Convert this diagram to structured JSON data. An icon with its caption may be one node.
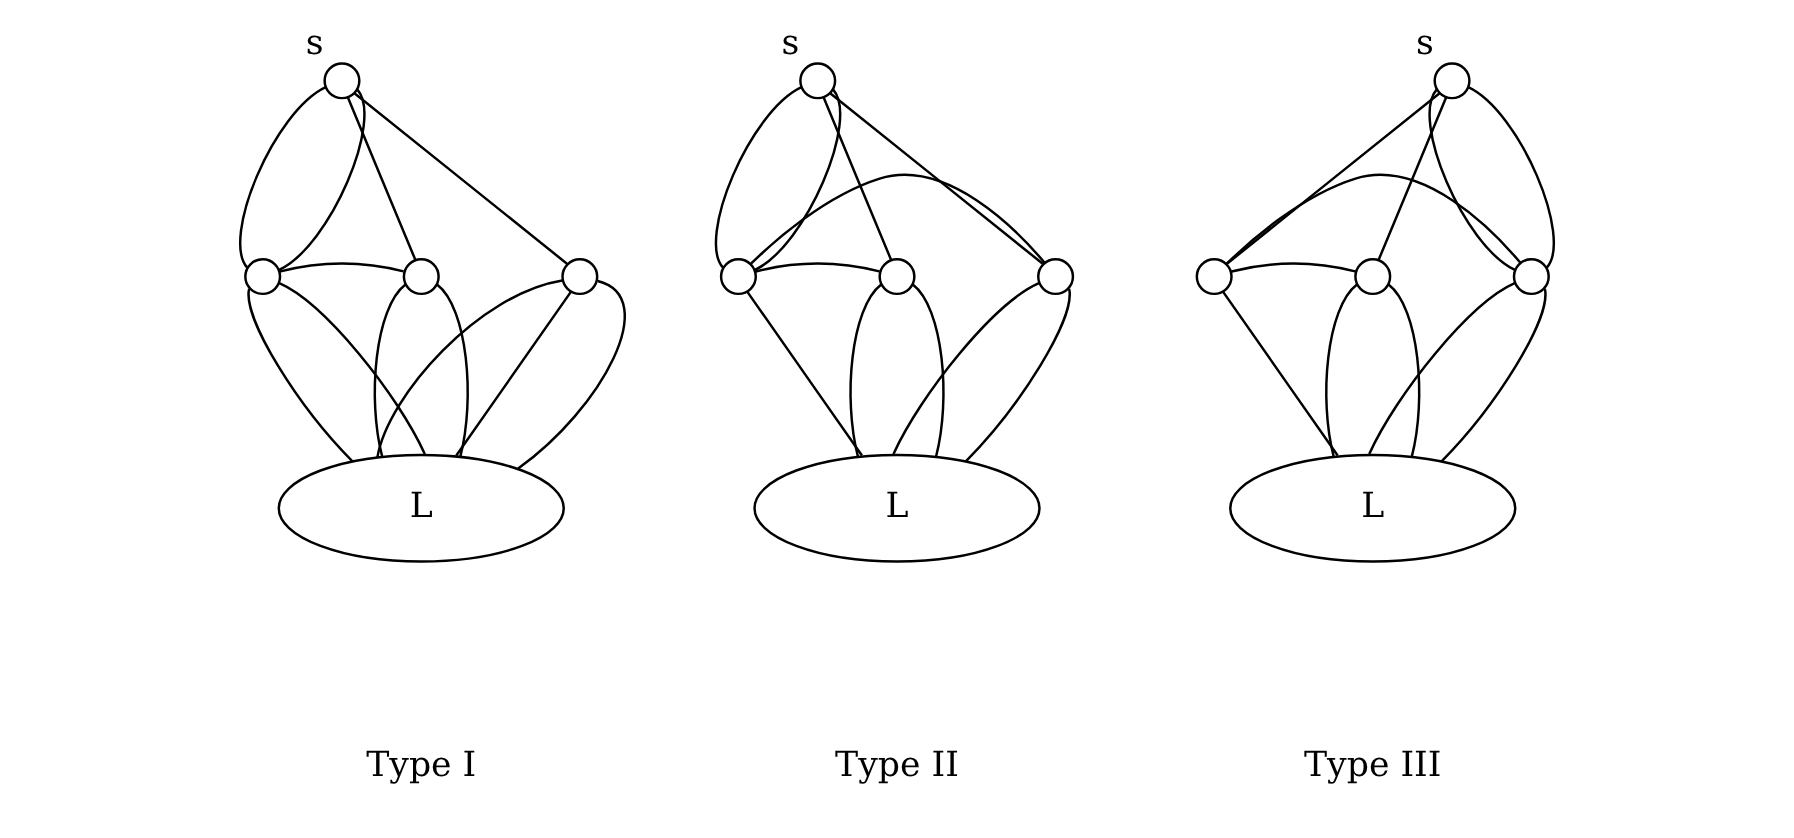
{
  "diagram": {
    "nodes": [
      {
        "text": [],
        "shape": "circle",
        "beside": [
          "s"
        ]
      },
      {
        "text": [],
        "shape": "circle"
      },
      {
        "text": [],
        "shape": "circle"
      },
      {
        "text": [],
        "shape": "circle"
      },
      {
        "text": [
          "L"
        ]
      },
      {
        "text": [],
        "shape": "circle",
        "beside": [
          "s"
        ]
      },
      {
        "text": [],
        "shape": "circle"
      },
      {
        "text": [],
        "shape": "circle"
      },
      {
        "text": [],
        "shape": "circle"
      },
      {
        "text": [
          "L"
        ]
      },
      {
        "text": [],
        "shape": "circle",
        "beside": [
          "s"
        ]
      },
      {
        "text": [],
        "shape": "circle"
      },
      {
        "text": [],
        "shape": "circle"
      },
      {
        "text": [],
        "shape": "circle"
      },
      {
        "text": [
          "L"
        ]
      }
    ],
    "edges": [
      {
        "from": 0,
        "to": 1,
        "arrow": "none"
      },
      {
        "from": 0,
        "to": 1,
        "arrow": "none"
      },
      {
        "from": 0,
        "to": 2,
        "arrow": "none"
      },
      {
        "from": 0,
        "to": 3,
        "arrow": "none"
      },
      {
        "from": 1,
        "to": 2,
        "arrow": "none"
      },
      {
        "from": 1,
        "to": 4,
        "arrow": "none"
      },
      {
        "from": 1,
        "to": 4,
        "arrow": "none"
      },
      {
        "from": 2,
        "to": 4,
        "arrow": "none"
      },
      {
        "from": 2,
        "to": 4,
        "arrow": "none"
      },
      {
        "from": 3,
        "to": 4,
        "arrow": "none"
      },
      {
        "from": 3,
        "to": 4,
        "arrow": "none"
      },
      {
        "from": 3,
        "to": 4,
        "arrow": "none"
      },
      {
        "from": 5,
        "to": 6,
        "arrow": "none"
      },
      {
        "from": 5,
        "to": 6,
        "arrow": "none"
      },
      {
        "from": 5,
        "to": 7,
        "arrow": "none"
      },
      {
        "from": 5,
        "to": 8,
        "arrow": "none"
      },
      {
        "from": 6,
        "to": 8,
        "arrow": "none"
      },
      {
        "from": 6,
        "to": 7,
        "arrow": "none"
      },
      {
        "from": 6,
        "to": 9,
        "arrow": "none"
      },
      {
        "from": 7,
        "to": 9,
        "arrow": "none"
      },
      {
        "from": 7,
        "to": 9,
        "arrow": "none"
      },
      {
        "from": 8,
        "to": 9,
        "arrow": "none"
      },
      {
        "from": 8,
        "to": 9,
        "arrow": "none"
      },
      {
        "from": 10,
        "to": 11,
        "arrow": "none"
      },
      {
        "from": 10,
        "to": 12,
        "arrow": "none"
      },
      {
        "from": 10,
        "to": 13,
        "arrow": "none"
      },
      {
        "from": 10,
        "to": 13,
        "arrow": "none"
      },
      {
        "from": 11,
        "to": 13,
        "arrow": "none"
      },
      {
        "from": 11,
        "to": 12,
        "arrow": "none"
      },
      {
        "from": 11,
        "to": 14,
        "arrow": "none"
      },
      {
        "from": 12,
        "to": 14,
        "arrow": "none"
      },
      {
        "from": 12,
        "to": 14,
        "arrow": "none"
      },
      {
        "from": 13,
        "to": 14,
        "arrow": "none"
      },
      {
        "from": 13,
        "to": 14,
        "arrow": "none"
      }
    ],
    "labels": [
      "Type I",
      "Type II",
      "Type III"
    ]
  }
}
